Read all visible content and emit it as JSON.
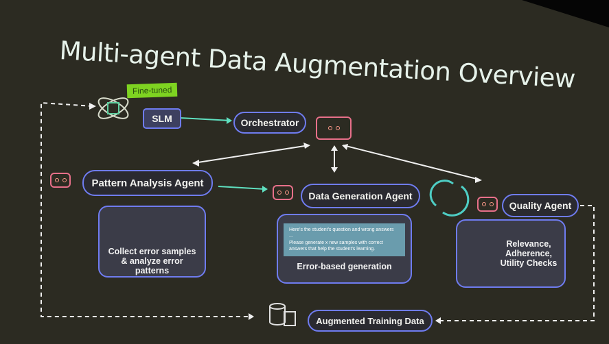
{
  "title": "Multi-agent Data Augmentation Overview",
  "slm": {
    "badge": "Fine-tuned",
    "label": "SLM"
  },
  "orchestrator": "Orchestrator",
  "agents": {
    "pattern": {
      "label": "Pattern Analysis Agent",
      "panel": "Collect error samples & analyze error patterns"
    },
    "generation": {
      "label": "Data Generation Agent",
      "prompt_line1": "Here's the student's question and wrong answers",
      "prompt_ellipsis": "...",
      "prompt_line2": "Please generate x new samples with correct answers that help the student's learning.",
      "panel": "Error-based generation"
    },
    "quality": {
      "label": "Quality Agent",
      "panel": "Relevance, Adherence, Utility Checks"
    }
  },
  "output": "Augmented Training Data",
  "colors": {
    "accent": "#6f7cf0",
    "badge": "#7ed321",
    "robot": "#e8708a",
    "slide": "#2c2b22"
  }
}
